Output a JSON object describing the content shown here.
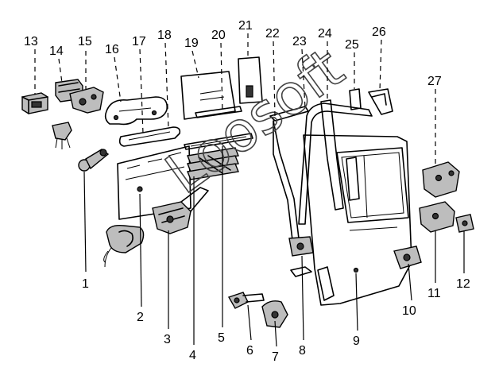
{
  "diagram": {
    "watermark": "Loosoft",
    "callouts": [
      "1",
      "2",
      "3",
      "4",
      "5",
      "6",
      "7",
      "8",
      "9",
      "10",
      "11",
      "12",
      "13",
      "14",
      "15",
      "16",
      "17",
      "18",
      "19",
      "20",
      "21",
      "22",
      "23",
      "24",
      "25",
      "26",
      "27"
    ]
  }
}
